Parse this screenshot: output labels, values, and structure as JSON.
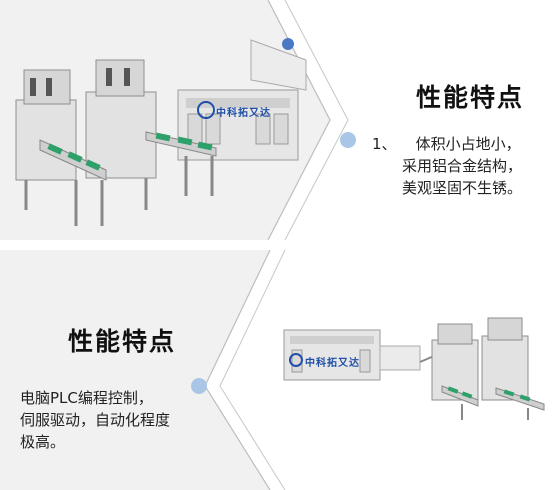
{
  "panels": [
    {
      "title": "性能特点",
      "lines": [
        "1、    体积小占地小，",
        "采用铝合金结构，",
        "美观坚固不生锈。"
      ],
      "machine_label": "中科拓又达"
    },
    {
      "title": "性能特点",
      "lines": [
        "电脑PLC编程控制，",
        "伺服驱动，自动化程度",
        "极高。"
      ],
      "machine_label": "中科拓又达"
    }
  ],
  "colors": {
    "dot": "#a9c6e6",
    "panel_gray": "#f1f1f1",
    "line": "#b5b5b5",
    "belt": "#2ea06a"
  }
}
